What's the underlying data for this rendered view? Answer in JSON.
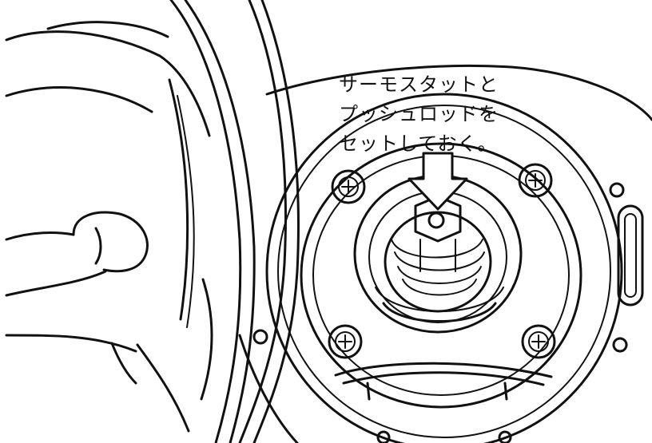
{
  "callout": {
    "lines": [
      "サーモスタットと",
      "プッシュロッドを",
      "セットしておく。"
    ]
  },
  "icons": [
    "hand-illustration",
    "thermostat-housing",
    "screw-icon",
    "arrow-down-icon"
  ]
}
